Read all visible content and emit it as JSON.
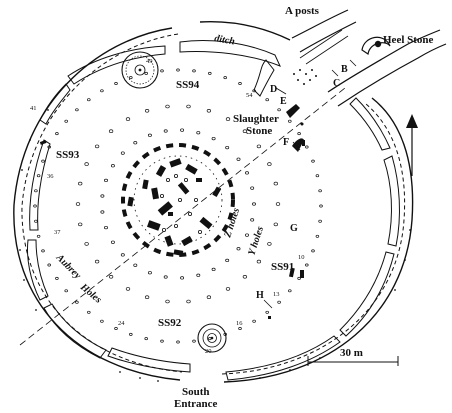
{
  "labels": {
    "a_posts": "A posts",
    "heel_stone": "Heel Stone",
    "ditch": "ditch",
    "ss94": "SS94",
    "ss93": "SS93",
    "ss91": "SS91",
    "ss92": "SS92",
    "slaughter_1": "Slaughter",
    "slaughter_2": "Stone",
    "z_holes": "Z holes",
    "y_holes": "Y holes",
    "aubrey": "Aubrey",
    "holes": "Holes",
    "south_1": "South",
    "south_2": "Entrance",
    "scale": "30 m",
    "B": "B",
    "C": "C",
    "D": "D",
    "E": "E",
    "F": "F",
    "G": "G",
    "H": "H",
    "n49": "49",
    "n54": "54",
    "n41": "41",
    "n36": "36",
    "n37": "37",
    "n24": "24",
    "n20": "20",
    "n16": "16",
    "n13": "13",
    "n10": "10"
  },
  "colors": {
    "ink": "#111111",
    "paper": "#ffffff"
  },
  "icons": {
    "north": "north-arrow-icon"
  }
}
